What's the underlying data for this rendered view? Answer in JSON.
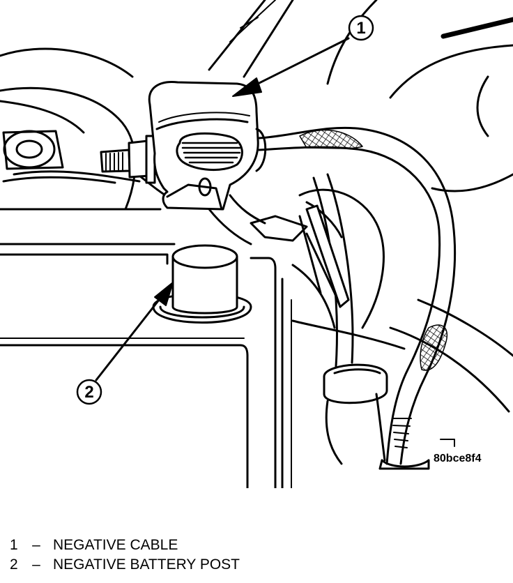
{
  "callouts": [
    {
      "number": "1"
    },
    {
      "number": "2"
    }
  ],
  "image_code": "80bce8f4",
  "legend": [
    {
      "number": "1",
      "dash": "–",
      "label": "NEGATIVE CABLE"
    },
    {
      "number": "2",
      "dash": "–",
      "label": "NEGATIVE BATTERY POST"
    }
  ]
}
